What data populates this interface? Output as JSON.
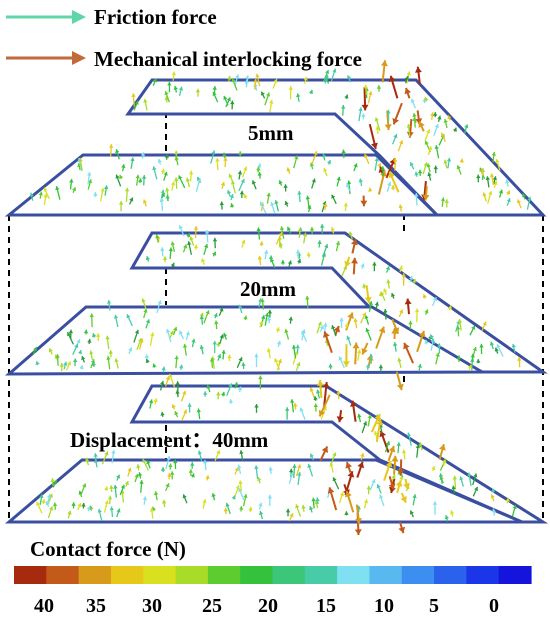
{
  "legend": {
    "friction_label": "Friction force",
    "interlock_label": "Mechanical interlocking force",
    "friction_color": "#5fd6a8",
    "interlock_color": "#c26a3a"
  },
  "panels": [
    {
      "label": "5mm"
    },
    {
      "label": "20mm"
    },
    {
      "label": "Displacement：40mm"
    }
  ],
  "colorbar": {
    "title": "Contact force (N)",
    "colors": [
      "#a52a0e",
      "#c45a1a",
      "#d89a1a",
      "#e6c81a",
      "#d8e020",
      "#a8dc28",
      "#5ccc2e",
      "#34c23c",
      "#3cc67a",
      "#48cca8",
      "#7ee0f0",
      "#58b8f0",
      "#3c8ef0",
      "#2a62ec",
      "#1a36e8",
      "#1414dc"
    ],
    "ticks": [
      "40",
      "35",
      "30",
      "25",
      "20",
      "15",
      "10",
      "5",
      "0"
    ]
  },
  "colors": {
    "plate_edge": "#3b4fa0",
    "guide_line": "#000000"
  }
}
